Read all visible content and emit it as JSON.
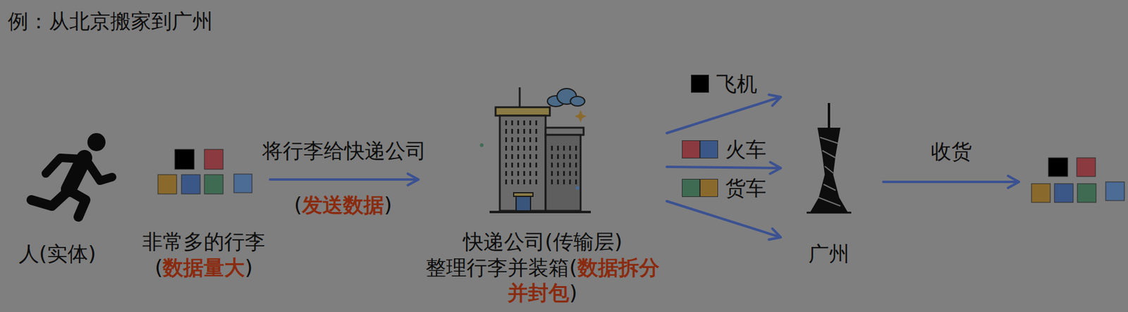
{
  "diagram": {
    "title": "例：从北京搬家到广州",
    "nodes": [
      {
        "text": [
          "人(实体)"
        ]
      },
      {
        "text": [
          "非常多的行李",
          "(数据量大)"
        ]
      },
      {
        "text": [
          "快递公司(传输层)",
          "整理行李并装箱(数据拆分并封包)"
        ]
      },
      {
        "text": [
          "广州"
        ]
      }
    ],
    "edges": [
      {
        "from": 1,
        "to": 2,
        "arrow": "to",
        "label": "将行李给快递公司"
      },
      {
        "from": 2,
        "to": 3,
        "arrow": "to",
        "label": "飞机"
      },
      {
        "from": 2,
        "to": 3,
        "arrow": "to",
        "label": "火车"
      },
      {
        "from": 2,
        "to": 3,
        "arrow": "to",
        "label": "货车"
      }
    ],
    "labels": [
      "(发送数据)",
      "收货"
    ]
  }
}
